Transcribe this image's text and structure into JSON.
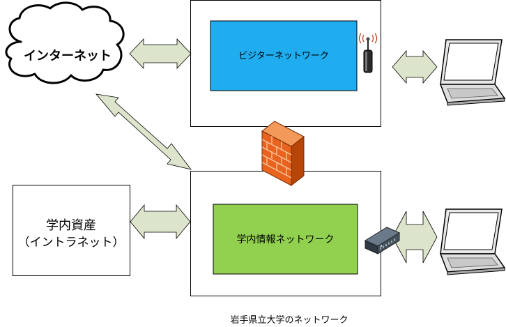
{
  "internet": {
    "label": "インターネット"
  },
  "visitor_network": {
    "label": "ビジターネットワーク",
    "color": "#1fadf0"
  },
  "campus_network": {
    "label": "学内情報ネットワーク",
    "color": "#92d050"
  },
  "campus_assets": {
    "line1": "学内資産",
    "line2": "（イントラネット）"
  },
  "caption": "岩手県立大学のネットワーク",
  "icons": {
    "firewall": "firewall-icon",
    "access_point": "wireless-access-point-icon",
    "switch": "network-switch-icon",
    "laptop": "laptop-icon"
  },
  "colors": {
    "arrow_fill": "#dde4cc",
    "firewall": "#e8641e",
    "box_border": "#000000"
  }
}
